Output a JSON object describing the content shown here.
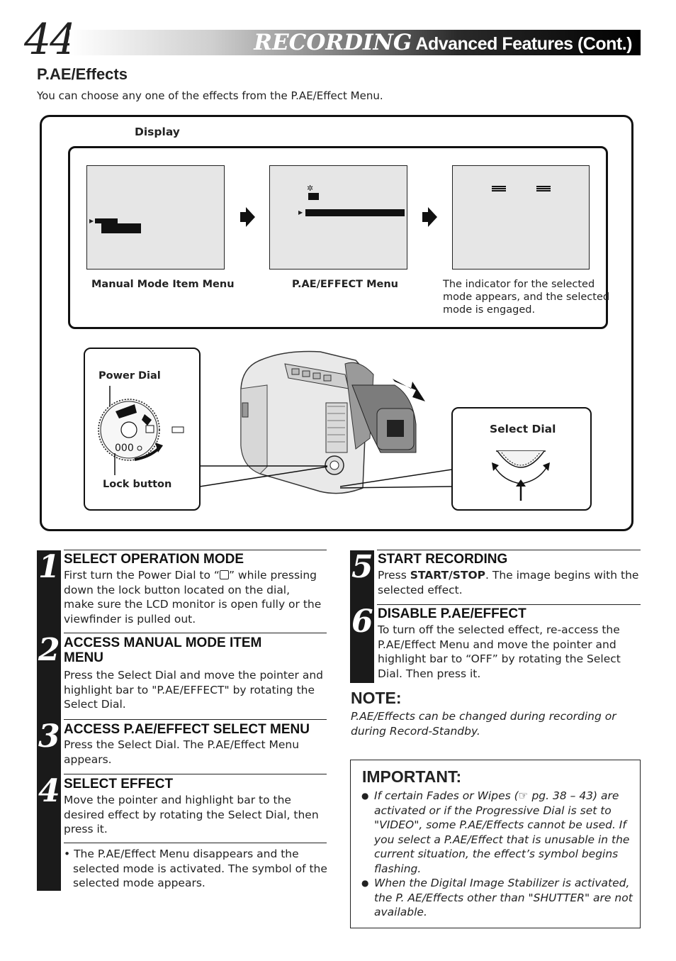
{
  "header": {
    "page_number": "44",
    "title_main": "RECORDING",
    "title_sub": "Advanced Features (Cont.)"
  },
  "section": {
    "title": "P.AE/Effects",
    "intro": "You can choose any one of the effects from the P.AE/Effect Menu."
  },
  "display_panel": {
    "label": "Display",
    "screen1_caption": "Manual Mode Item Menu",
    "screen2_caption": "P.AE/EFFECT Menu",
    "screen3_caption": [
      "The indicator for the selected",
      "mode appears, and the selected",
      "mode is engaged."
    ]
  },
  "camera_panel": {
    "power_dial_label": "Power Dial",
    "lock_button_label": "Lock button",
    "select_dial_label": "Select Dial"
  },
  "steps": [
    {
      "number": "1",
      "title": "SELECT OPERATION MODE",
      "body_before_icon": "First turn the Power Dial to “",
      "body_after_icon": "” while pressing",
      "body_rest": [
        "down the lock button located on the dial,",
        "make sure the LCD monitor is open fully or the",
        "viewfinder is pulled out."
      ]
    },
    {
      "number": "2",
      "title_lines": [
        "ACCESS MANUAL MODE ITEM",
        "MENU"
      ],
      "body": [
        "Press the Select Dial and move the pointer and",
        "highlight bar to \"P.AE/EFFECT\" by rotating the",
        "Select Dial."
      ]
    },
    {
      "number": "3",
      "title": "ACCESS P.AE/EFFECT SELECT MENU",
      "body": [
        "Press the Select Dial. The P.AE/Effect Menu",
        "appears."
      ]
    },
    {
      "number": "4",
      "title": "SELECT EFFECT",
      "body": [
        "Move the pointer and highlight bar to the",
        "desired effect by rotating the Select Dial, then",
        "press it."
      ],
      "bullet_lines": [
        "• The P.AE/Effect Menu disappears and the",
        "selected mode is activated. The symbol of the",
        "selected mode appears."
      ]
    },
    {
      "number": "5",
      "title": "START RECORDING",
      "body_pre": "Press ",
      "body_bold": "START/STOP",
      "body_post": ". The image begins with the",
      "body_rest": "selected effect."
    },
    {
      "number": "6",
      "title": "DISABLE P.AE/EFFECT",
      "body": [
        "To turn off the selected effect, re-access the",
        "P.AE/Effect Menu and move the pointer and",
        "highlight bar to “OFF” by rotating the Select",
        "Dial. Then press it."
      ]
    }
  ],
  "note": {
    "heading": "NOTE:",
    "lines": [
      "P.AE/Effects can be changed during recording or",
      "during Record-Standby."
    ]
  },
  "important": {
    "heading": "IMPORTANT:",
    "item1_lines": [
      "If certain Fades or Wipes (☞ pg. 38 – 43) are",
      "activated or if the Progressive Dial is set to",
      "\"VIDEO\", some P.AE/Effects cannot be used. If",
      "you select a P.AE/Effect that is unusable in the",
      "current situation, the effect’s symbol begins",
      "flashing."
    ],
    "item2_lines": [
      "When the Digital Image Stabilizer is activated,",
      "the P. AE/Effects other than \"SHUTTER\" are not",
      "available."
    ]
  }
}
